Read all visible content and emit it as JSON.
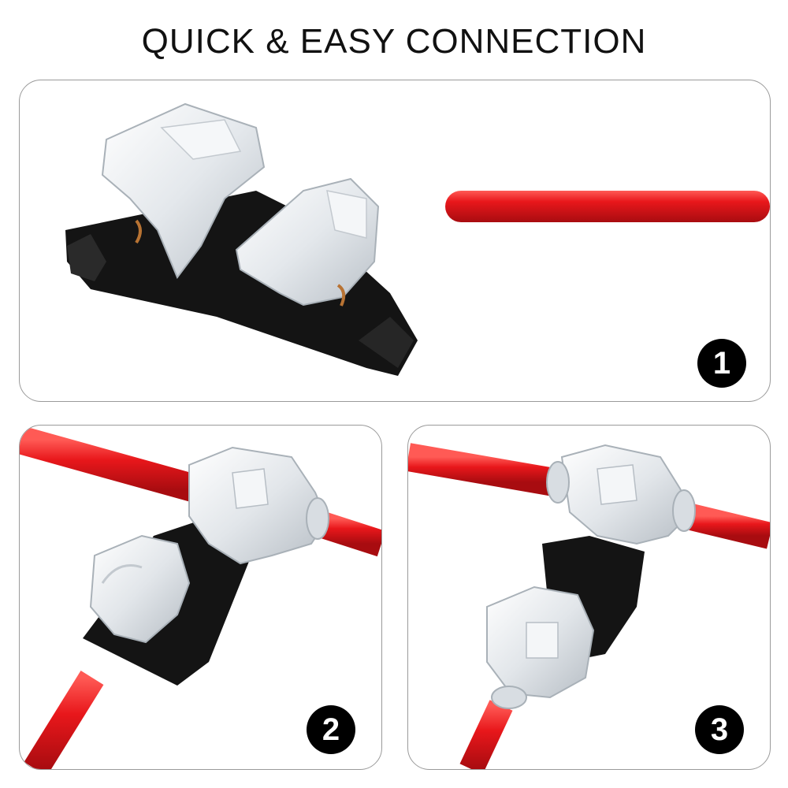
{
  "title": "QUICK & EASY CONNECTION",
  "steps": [
    {
      "number": "1"
    },
    {
      "number": "2"
    },
    {
      "number": "3"
    }
  ],
  "colors": {
    "wire": "#e8171b",
    "connector_body": "#141414",
    "cap": "#e6eaee",
    "border": "#9a9a9a"
  }
}
